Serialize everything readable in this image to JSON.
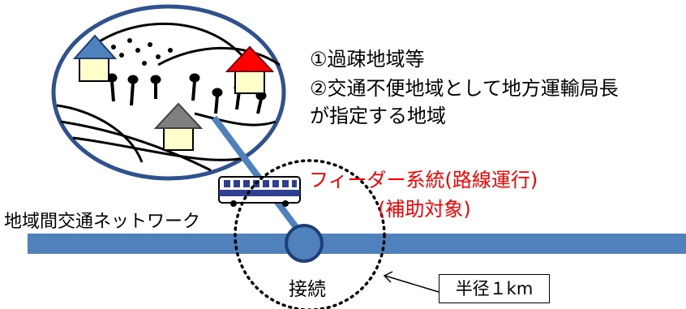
{
  "area": {
    "line1": "①過疎地域等",
    "line2": "②交通不便地域として地方運輸局長",
    "line3": "が指定する地域"
  },
  "feeder": {
    "line1": "フィーダー系統(路線運行)",
    "line2": "(補助対象)"
  },
  "network_label": "地域間交通ネットワーク",
  "connect_label": "接続",
  "radius_label": "半径１km",
  "colors": {
    "network_line": "#4f81bd",
    "node_fill": "#4f81bd",
    "node_stroke": "#1f3f77",
    "circle_stroke": "#2f528f",
    "circle_fill": "#ffffff",
    "feeder_text": "#ff0000",
    "house_roof_blue": "#4f81bd",
    "house_roof_red": "#ff0000",
    "house_roof_gray": "#7f7f7f",
    "house_body": "#ffffcc",
    "bus_body": "#ffffff",
    "bus_stripe": "#2f3f8f"
  }
}
